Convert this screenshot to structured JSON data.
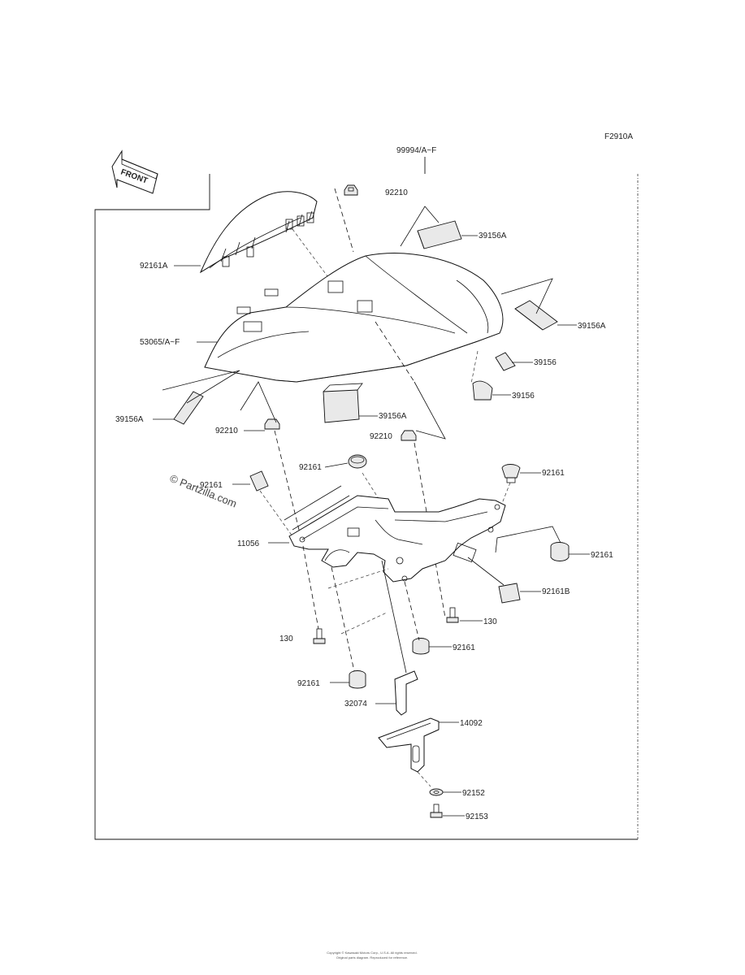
{
  "diagram": {
    "code": "F2910A",
    "front_label": "FRONT",
    "watermark": "© Partzilla.com",
    "footer": [
      "Copyright © Kawasaki Motors Corp., U.S.A. All rights reserved.",
      "Original parts diagram. Reproduced for reference."
    ],
    "labels": {
      "l_99994": "99994/A~F",
      "l_92210_top": "92210",
      "l_39156a_1": "39156A",
      "l_92161a": "92161A",
      "l_39156a_2": "39156A",
      "l_53065": "53065/A~F",
      "l_39156_1": "39156",
      "l_39156_2": "39156",
      "l_39156a_3": "39156A",
      "l_39156a_4": "39156A",
      "l_92210_left": "92210",
      "l_92210_right": "92210",
      "l_92161_grom": "92161",
      "l_92161_pad": "92161",
      "l_92161_r1": "92161",
      "l_11056": "11056",
      "l_92161_r2": "92161",
      "l_92161b": "92161B",
      "l_130_right": "130",
      "l_130_left": "130",
      "l_92161_mid": "92161",
      "l_92161_low": "92161",
      "l_32074": "32074",
      "l_14092": "14092",
      "l_92152": "92152",
      "l_92153": "92153"
    }
  }
}
